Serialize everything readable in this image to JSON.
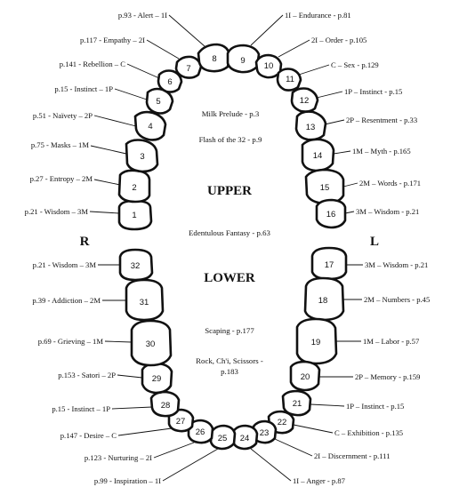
{
  "side_right": "R",
  "side_left": "L",
  "upper_label": "UPPER",
  "lower_label": "LOWER",
  "center_texts": [
    "Milk Prelude - p.3",
    "Flash of the 32 - p.9",
    "Edentulous Fantasy - p.63",
    "Scaping - p.177",
    "Rock, Ch'i, Scissors -",
    "p.183"
  ],
  "teeth": [
    {
      "n": "1",
      "label": "p.21 - Wisdom – 3M"
    },
    {
      "n": "2",
      "label": "p.27 - Entropy – 2M"
    },
    {
      "n": "3",
      "label": "p.75 - Masks – 1M"
    },
    {
      "n": "4",
      "label": "p.51 - Naïvety – 2P"
    },
    {
      "n": "5",
      "label": "p.15 - Instinct – 1P"
    },
    {
      "n": "6",
      "label": "p.141 - Rebellion – C"
    },
    {
      "n": "7",
      "label": "p.117 - Empathy – 2I"
    },
    {
      "n": "8",
      "label": "p.93 - Alert – 1I"
    },
    {
      "n": "9",
      "label": "1I – Endurance - p.81"
    },
    {
      "n": "10",
      "label": "2I – Order - p.105"
    },
    {
      "n": "11",
      "label": "C – Sex - p.129"
    },
    {
      "n": "12",
      "label": "1P – Instinct - p.15"
    },
    {
      "n": "13",
      "label": "2P – Resentment - p.33"
    },
    {
      "n": "14",
      "label": "1M – Myth - p.165"
    },
    {
      "n": "15",
      "label": "2M – Words - p.171"
    },
    {
      "n": "16",
      "label": "3M – Wisdom - p.21"
    },
    {
      "n": "17",
      "label": "3M – Wisdom - p.21"
    },
    {
      "n": "18",
      "label": "2M – Numbers - p.45"
    },
    {
      "n": "19",
      "label": "1M – Labor - p.57"
    },
    {
      "n": "20",
      "label": "2P – Memory - p.159"
    },
    {
      "n": "21",
      "label": "1P – Instinct - p.15"
    },
    {
      "n": "22",
      "label": "C – Exhibition - p.135"
    },
    {
      "n": "23",
      "label": "2I – Discernment - p.111"
    },
    {
      "n": "24",
      "label": "1I – Anger - p.87"
    },
    {
      "n": "25",
      "label": "p.99 - Inspiration – 1I"
    },
    {
      "n": "26",
      "label": "p.123 - Nurturing – 2I"
    },
    {
      "n": "27",
      "label": "p.147 - Desire – C"
    },
    {
      "n": "28",
      "label": "p.15 - Instinct – 1P"
    },
    {
      "n": "29",
      "label": "p.153 - Satori – 2P"
    },
    {
      "n": "30",
      "label": "p.69 - Grieving – 1M"
    },
    {
      "n": "31",
      "label": "p.39 - Addiction – 2M"
    },
    {
      "n": "32",
      "label": "p.21 - Wisdom – 3M"
    }
  ]
}
